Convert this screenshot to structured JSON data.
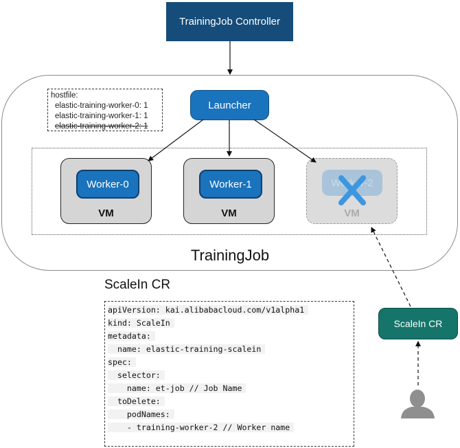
{
  "controller": {
    "label": "TrainingJob Controller"
  },
  "launcher": {
    "label": "Launcher"
  },
  "hostfile": {
    "title": "hostfile:",
    "lines": [
      "elastic-training-worker-0: 1",
      "elastic-training-worker-1: 1",
      "elastic-training-worker-2: 1"
    ]
  },
  "vms": [
    {
      "worker_label": "Worker-0",
      "vm_label": "VM"
    },
    {
      "worker_label": "Worker-1",
      "vm_label": "VM"
    },
    {
      "worker_label": "Worker-2",
      "vm_label": "VM"
    }
  ],
  "trainingjob_label": "TrainingJob",
  "scalein_title": "ScaleIn CR",
  "yaml_lines": [
    "apiVersion: kai.alibabacloud.com/v1alpha1",
    "kind: ScaleIn",
    "metadata:",
    "  name: elastic-training-scalein",
    "spec:",
    "  selector:",
    "    name: et-job // Job Name",
    "  toDelete:",
    "    podNames:",
    "    - training-worker-2 // Worker name"
  ],
  "scalein_cr_box": {
    "label": "ScaleIn CR"
  },
  "colors": {
    "controller": "#154c79",
    "launcher": "#1a73bd",
    "worker": "#1a73bd",
    "scalein_box": "#16756b",
    "x_mark": "#3d97df",
    "user_icon": "#8f8f8f"
  },
  "icons": {
    "deleted_marker": "x-mark-icon",
    "user": "user-icon"
  }
}
